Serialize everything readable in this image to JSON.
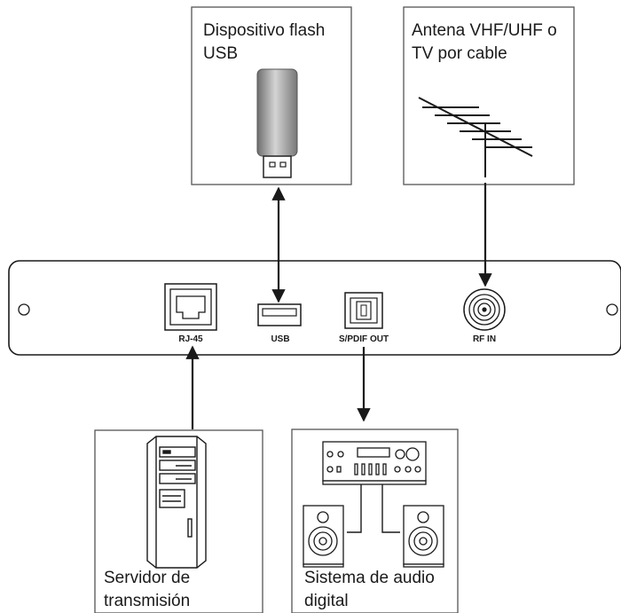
{
  "boxes": {
    "usb_device": {
      "line1": "Dispositivo flash",
      "line2": "USB"
    },
    "antenna": {
      "line1": "Antena VHF/UHF o",
      "line2": "TV por cable"
    },
    "server": {
      "line1": "Servidor de",
      "line2": "transmisión"
    },
    "audio": {
      "line1": "Sistema de audio",
      "line2": "digital"
    }
  },
  "ports": {
    "rj45": "RJ-45",
    "usb": "USB",
    "spdif": "S/PDIF OUT",
    "rf": "RF IN"
  },
  "colors": {
    "box_border": "#555555",
    "box_fill": "#ffffff",
    "line": "#1a1a1a",
    "usb_grey": "#8a8a8a"
  }
}
